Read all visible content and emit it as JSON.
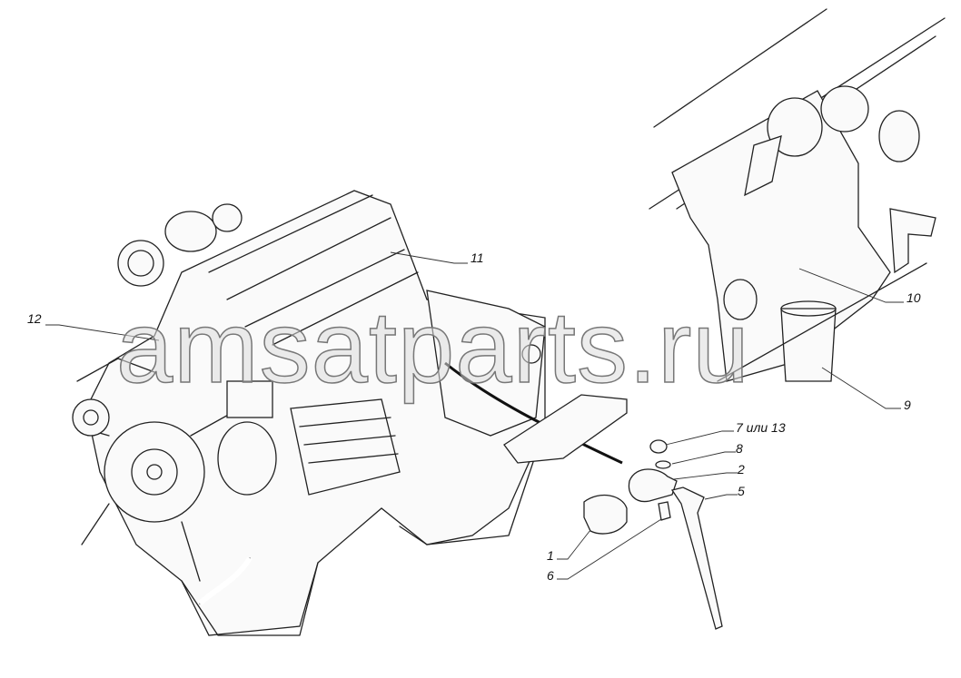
{
  "diagram": {
    "title": "Engine assembly exploded view",
    "watermark": "amsatparts.ru",
    "callouts": [
      {
        "id": "12",
        "label": "12"
      },
      {
        "id": "11",
        "label": "11"
      },
      {
        "id": "10",
        "label": "10"
      },
      {
        "id": "9",
        "label": "9"
      },
      {
        "id": "7",
        "label": "7 или 13"
      },
      {
        "id": "8",
        "label": "8"
      },
      {
        "id": "2",
        "label": "2"
      },
      {
        "id": "5",
        "label": "5"
      },
      {
        "id": "1",
        "label": "1"
      },
      {
        "id": "6",
        "label": "6"
      }
    ]
  }
}
